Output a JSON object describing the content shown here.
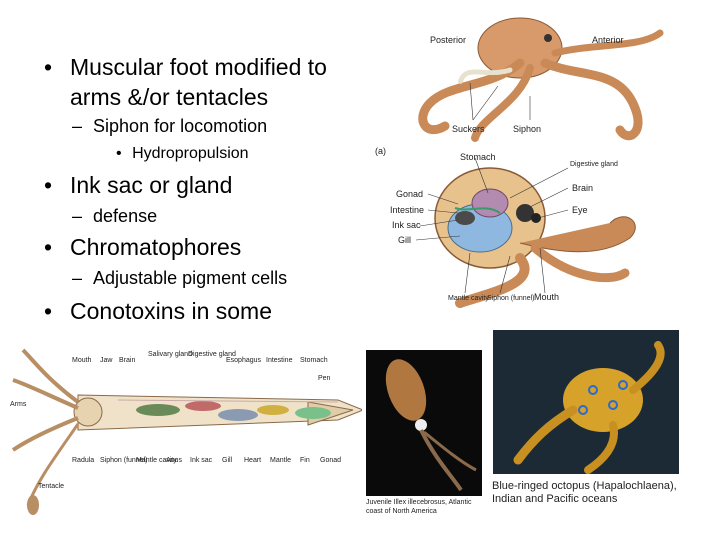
{
  "bullets": {
    "b1": "Muscular foot modified to",
    "b1_cont": "arms &/or tentacles",
    "b1_sub": "Siphon for locomotion",
    "b1_subsub": "Hydropropulsion",
    "b2": "Ink sac or gland",
    "b2_sub": "defense",
    "b3": "Chromatophores",
    "b3_sub": "Adjustable pigment cells",
    "b4": "Conotoxins in some",
    "bullet_char": "•",
    "dash_char": "–"
  },
  "octopus_diagram": {
    "posterior": "Posterior",
    "anterior": "Anterior",
    "suckers": "Suckers",
    "siphon": "Siphon",
    "panel_a": "(a)",
    "stomach": "Stomach",
    "digestive_gland": "Digestive gland",
    "brain": "Brain",
    "eye": "Eye",
    "gonad": "Gonad",
    "intestine": "Intestine",
    "ink_sac": "Ink sac",
    "gill": "Gill",
    "mantle_cavity": "Mantle cavity",
    "siphon_funnel": "Siphon (funnel)",
    "mouth": "Mouth"
  },
  "squid_diagram": {
    "mouth": "Mouth",
    "jaw": "Jaw",
    "brain": "Brain",
    "salivary_gland": "Salivary gland",
    "digestive_gland": "Digestive gland",
    "esophagus": "Esophagus",
    "intestine": "Intestine",
    "stomach": "Stomach",
    "pen": "Pen",
    "arms": "Arms",
    "radula": "Radula",
    "siphon_funnel": "Siphon (funnel)",
    "mantle_cavity": "Mantle cavity",
    "anus": "Anus",
    "ink_sac": "Ink sac",
    "gill": "Gill",
    "heart": "Heart",
    "mantle": "Mantle",
    "fin": "Fin",
    "gonad": "Gonad",
    "tentacle": "Tentacle"
  },
  "photo_squid_caption": {
    "line1": "Juvenile Illex illecebrosus, Atlantic",
    "line2": "coast of North America"
  },
  "photo_octopus_caption": {
    "line1": "Blue-ringed octopus (Hapalochlaena),",
    "line2": "Indian and Pacific oceans"
  }
}
